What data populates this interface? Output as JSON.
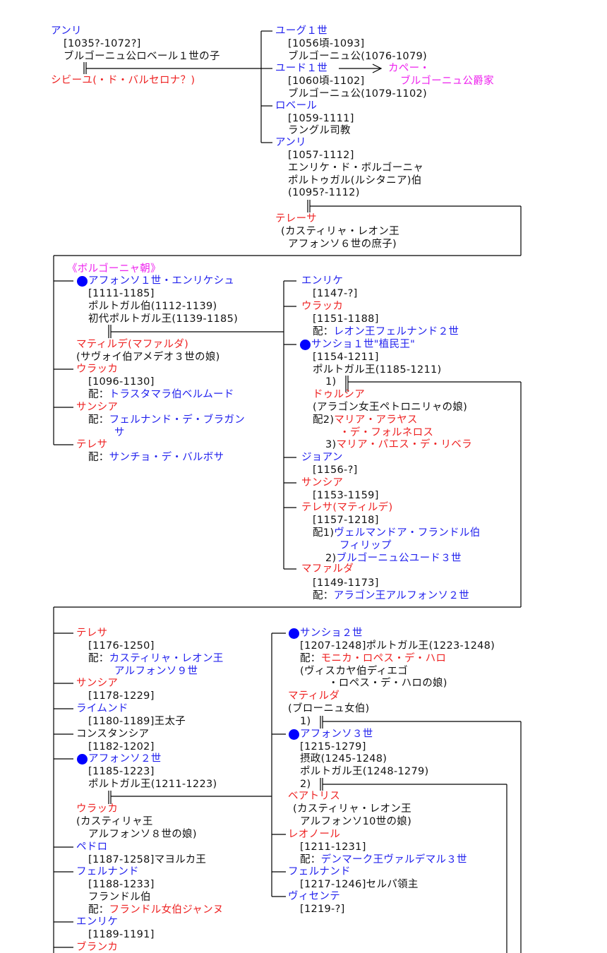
{
  "colors": {
    "b": "#2222ee",
    "r": "#ee2222",
    "m": "#ee22ee",
    "k": "#111111",
    "king_dot": "#0000ff"
  },
  "entries": [
    {
      "s": [
        [
          "アンリ",
          "b"
        ]
      ]
    },
    {
      "s": [
        [
          "[1035?-1072?]",
          "k"
        ]
      ]
    },
    {
      "s": [
        [
          "ブルゴーニュ公ロベール１世の子",
          "k"
        ]
      ]
    },
    {
      "s": [
        [
          "シビーユ(・ド・バルセロナ？)",
          "r"
        ]
      ]
    },
    {
      "s": [
        [
          "ユーグ１世",
          "b"
        ]
      ]
    },
    {
      "s": [
        [
          "[1056頃-1093]",
          "k"
        ]
      ]
    },
    {
      "s": [
        [
          "ブルゴーニュ公(1076-1079)",
          "k"
        ]
      ]
    },
    {
      "s": [
        [
          "ユード１世",
          "b"
        ]
      ]
    },
    {
      "s": [
        [
          "[1060頃-1102]",
          "k"
        ]
      ]
    },
    {
      "s": [
        [
          "ブルゴーニュ公(1079-1102)",
          "k"
        ]
      ]
    },
    {
      "s": [
        [
          "ロベール",
          "b"
        ]
      ]
    },
    {
      "s": [
        [
          "[1059-1111]",
          "k"
        ]
      ]
    },
    {
      "s": [
        [
          "ラングル司教",
          "k"
        ]
      ]
    },
    {
      "s": [
        [
          "アンリ",
          "b"
        ]
      ]
    },
    {
      "s": [
        [
          "[1057-1112]",
          "k"
        ]
      ]
    },
    {
      "s": [
        [
          "エンリケ・ド・ボルゴーニャ",
          "k"
        ]
      ]
    },
    {
      "s": [
        [
          "ポルトゥガル(ルシタニア)伯",
          "k"
        ]
      ]
    },
    {
      "s": [
        [
          "(1095?-1112)",
          "k"
        ]
      ]
    },
    {
      "s": [
        [
          "カペー・",
          "m"
        ]
      ]
    },
    {
      "s": [
        [
          "ブルゴーニュ公爵家",
          "m"
        ]
      ]
    },
    {
      "s": [
        [
          "テレーサ",
          "r"
        ]
      ]
    },
    {
      "s": [
        [
          "(カスティリャ・レオン王",
          "k"
        ]
      ]
    },
    {
      "s": [
        [
          "アフォンソ６世の庶子)",
          "k"
        ]
      ]
    },
    {
      "s": [
        [
          "《ボルゴーニャ朝》",
          "m"
        ]
      ]
    },
    {
      "s": [
        [
          "アフォンソ１世・エンリケシュ",
          "b"
        ]
      ],
      "king": true
    },
    {
      "s": [
        [
          "[1111-1185]",
          "k"
        ]
      ]
    },
    {
      "s": [
        [
          "ポルトガル伯(1112-1139)",
          "k"
        ]
      ]
    },
    {
      "s": [
        [
          "初代ポルトガル王(1139-1185)",
          "k"
        ]
      ]
    },
    {
      "s": [
        [
          "マティルデ(マファルダ)",
          "r"
        ]
      ]
    },
    {
      "s": [
        [
          "(サヴォイ伯アメデオ３世の娘)",
          "k"
        ]
      ]
    },
    {
      "s": [
        [
          "ウラッカ",
          "r"
        ]
      ]
    },
    {
      "s": [
        [
          "[1096-1130]",
          "k"
        ]
      ]
    },
    {
      "s": [
        [
          "配：",
          "k"
        ],
        [
          "トラスタマラ伯ベルムード",
          "b"
        ]
      ]
    },
    {
      "s": [
        [
          "サンシア",
          "r"
        ]
      ]
    },
    {
      "s": [
        [
          "配：",
          "k"
        ],
        [
          "フェルナンド・デ・ブラガン",
          "b"
        ]
      ]
    },
    {
      "s": [
        [
          "サ",
          "b"
        ]
      ]
    },
    {
      "s": [
        [
          "テレサ",
          "r"
        ]
      ]
    },
    {
      "s": [
        [
          "配：",
          "k"
        ],
        [
          "サンチョ・デ・バルボサ",
          "b"
        ]
      ]
    },
    {
      "s": [
        [
          "エンリケ",
          "b"
        ]
      ]
    },
    {
      "s": [
        [
          "[1147-?]",
          "k"
        ]
      ]
    },
    {
      "s": [
        [
          "ウラッカ",
          "r"
        ]
      ]
    },
    {
      "s": [
        [
          "[1151-1188]",
          "k"
        ]
      ]
    },
    {
      "s": [
        [
          "配：",
          "k"
        ],
        [
          "レオン王フェルナンド２世",
          "b"
        ]
      ]
    },
    {
      "s": [
        [
          "サンショ１世\"植民王\"",
          "b"
        ]
      ],
      "king": true
    },
    {
      "s": [
        [
          "[1154-1211]",
          "k"
        ]
      ]
    },
    {
      "s": [
        [
          "ポルトガル王(1185-1211)",
          "k"
        ]
      ]
    },
    {
      "s": [
        [
          "1)",
          "k"
        ]
      ]
    },
    {
      "s": [
        [
          "ドゥルシア",
          "r"
        ]
      ]
    },
    {
      "s": [
        [
          "(アラゴン女王ペトロニリャの娘)",
          "k"
        ]
      ]
    },
    {
      "s": [
        [
          "配2)",
          "k"
        ],
        [
          "マリア・アラヤス",
          "r"
        ]
      ]
    },
    {
      "s": [
        [
          "・デ・フォルネロス",
          "r"
        ]
      ]
    },
    {
      "s": [
        [
          "3)",
          "k"
        ],
        [
          "マリア・パエス・デ・リベラ",
          "r"
        ]
      ]
    },
    {
      "s": [
        [
          "ジョアン",
          "b"
        ]
      ]
    },
    {
      "s": [
        [
          "[1156-?]",
          "k"
        ]
      ]
    },
    {
      "s": [
        [
          "サンシア",
          "r"
        ]
      ]
    },
    {
      "s": [
        [
          "[1153-1159]",
          "k"
        ]
      ]
    },
    {
      "s": [
        [
          "テレサ(マティルデ)",
          "r"
        ]
      ]
    },
    {
      "s": [
        [
          "[1157-1218]",
          "k"
        ]
      ]
    },
    {
      "s": [
        [
          "配1)",
          "k"
        ],
        [
          "ヴェルマンドア・フランドル伯",
          "b"
        ]
      ]
    },
    {
      "s": [
        [
          "フィリップ",
          "b"
        ]
      ]
    },
    {
      "s": [
        [
          "2)",
          "k"
        ],
        [
          "ブルゴーニュ公ユード３世",
          "b"
        ]
      ]
    },
    {
      "s": [
        [
          "マファルダ",
          "r"
        ]
      ]
    },
    {
      "s": [
        [
          "[1149-1173]",
          "k"
        ]
      ]
    },
    {
      "s": [
        [
          "配：",
          "k"
        ],
        [
          "アラゴン王アルフォンソ２世",
          "b"
        ]
      ]
    },
    {
      "s": [
        [
          "テレサ",
          "r"
        ]
      ]
    },
    {
      "s": [
        [
          "[1176-1250]",
          "k"
        ]
      ]
    },
    {
      "s": [
        [
          "配：",
          "k"
        ],
        [
          "カスティリャ・レオン王",
          "b"
        ]
      ]
    },
    {
      "s": [
        [
          "アルフォンソ９世",
          "b"
        ]
      ]
    },
    {
      "s": [
        [
          "サンシア",
          "r"
        ]
      ]
    },
    {
      "s": [
        [
          "[1178-1229]",
          "k"
        ]
      ]
    },
    {
      "s": [
        [
          "ライムンド",
          "b"
        ]
      ]
    },
    {
      "s": [
        [
          "[1180-1189]王太子",
          "k"
        ]
      ]
    },
    {
      "s": [
        [
          "コンスタンシア",
          "k"
        ]
      ]
    },
    {
      "s": [
        [
          "[1182-1202]",
          "k"
        ]
      ]
    },
    {
      "s": [
        [
          "アフォンソ２世",
          "b"
        ]
      ],
      "king": true
    },
    {
      "s": [
        [
          "[1185-1223]",
          "k"
        ]
      ]
    },
    {
      "s": [
        [
          "ポルトガル王(1211-1223)",
          "k"
        ]
      ]
    },
    {
      "s": [
        [
          "ウラッカ",
          "r"
        ]
      ]
    },
    {
      "s": [
        [
          "(カスティリャ王",
          "k"
        ]
      ]
    },
    {
      "s": [
        [
          "アルフォンソ８世の娘)",
          "k"
        ]
      ]
    },
    {
      "s": [
        [
          "ペドロ",
          "b"
        ]
      ]
    },
    {
      "s": [
        [
          "[1187-1258]マヨルカ王",
          "k"
        ]
      ]
    },
    {
      "s": [
        [
          "フェルナンド",
          "b"
        ]
      ]
    },
    {
      "s": [
        [
          "[1188-1233]",
          "k"
        ]
      ]
    },
    {
      "s": [
        [
          "フランドル伯",
          "k"
        ]
      ]
    },
    {
      "s": [
        [
          "配：",
          "k"
        ],
        [
          "フランドル女伯ジャンヌ",
          "r"
        ]
      ]
    },
    {
      "s": [
        [
          "エンリケ",
          "b"
        ]
      ]
    },
    {
      "s": [
        [
          "[1189-1191]",
          "k"
        ]
      ]
    },
    {
      "s": [
        [
          "ブランカ",
          "r"
        ]
      ]
    },
    {
      "s": [
        [
          "サンショ２世",
          "b"
        ]
      ],
      "king": true
    },
    {
      "s": [
        [
          "[1207-1248]ポルトガル王(1223-1248)",
          "k"
        ]
      ]
    },
    {
      "s": [
        [
          "配：",
          "k"
        ],
        [
          "モニカ・ロペス・デ・ハロ",
          "r"
        ]
      ]
    },
    {
      "s": [
        [
          "(ヴィスカヤ伯ディエゴ",
          "k"
        ]
      ]
    },
    {
      "s": [
        [
          "・ロペス・デ・ハロの娘)",
          "k"
        ]
      ]
    },
    {
      "s": [
        [
          "マティルダ",
          "r"
        ]
      ]
    },
    {
      "s": [
        [
          "(ブローニュ女伯)",
          "k"
        ]
      ]
    },
    {
      "s": [
        [
          "1)",
          "k"
        ]
      ]
    },
    {
      "s": [
        [
          "アフォンソ３世",
          "b"
        ]
      ],
      "king": true
    },
    {
      "s": [
        [
          "[1215-1279]",
          "k"
        ]
      ]
    },
    {
      "s": [
        [
          "摂政(1245-1248)",
          "k"
        ]
      ]
    },
    {
      "s": [
        [
          "ポルトガル王(1248-1279)",
          "k"
        ]
      ]
    },
    {
      "s": [
        [
          "2)",
          "k"
        ]
      ]
    },
    {
      "s": [
        [
          "ベアトリス",
          "r"
        ]
      ]
    },
    {
      "s": [
        [
          "(カスティリャ・レオン王",
          "k"
        ]
      ]
    },
    {
      "s": [
        [
          "アルフォンソ10世の娘)",
          "k"
        ]
      ]
    },
    {
      "s": [
        [
          "レオノール",
          "r"
        ]
      ]
    },
    {
      "s": [
        [
          "[1211-1231]",
          "k"
        ]
      ]
    },
    {
      "s": [
        [
          "配：",
          "k"
        ],
        [
          "デンマーク王ヴァルデマル３世",
          "b"
        ]
      ]
    },
    {
      "s": [
        [
          "フェルナンド",
          "b"
        ]
      ]
    },
    {
      "s": [
        [
          "[1217-1246]セルパ領主",
          "k"
        ]
      ]
    },
    {
      "s": [
        [
          "ヴィセンテ",
          "b"
        ]
      ]
    },
    {
      "s": [
        [
          "[1219-?]",
          "k"
        ]
      ]
    }
  ]
}
